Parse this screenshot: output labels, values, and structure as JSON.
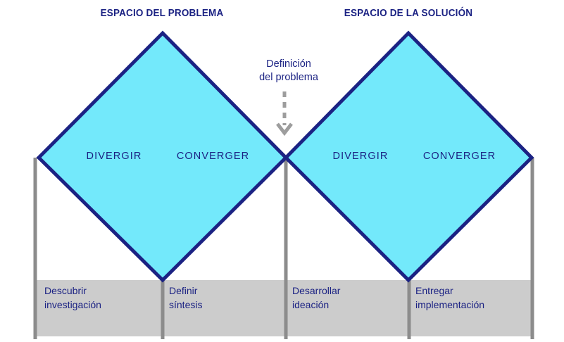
{
  "diagram": {
    "name": "double-diamond-design-process",
    "spaces": [
      {
        "id": "problem",
        "title": "ESPACIO DEL PROBLEMA"
      },
      {
        "id": "solution",
        "title": "ESPACIO DE LA SOLUCIÓN"
      }
    ],
    "annotation": {
      "line1": "Definición",
      "line2": "del problema",
      "arrow": "dashed-down-arrow"
    },
    "diamonds": [
      {
        "id": "problem-diamond",
        "diverge_label": "DIVERGIR",
        "converge_label": "CONVERGER"
      },
      {
        "id": "solution-diamond",
        "diverge_label": "DIVERGIR",
        "converge_label": "CONVERGER"
      }
    ],
    "phases": [
      {
        "id": "discover",
        "line1": "Descubrir",
        "line2": "investigación"
      },
      {
        "id": "define",
        "line1": "Definir",
        "line2": "síntesis"
      },
      {
        "id": "develop",
        "line1": "Desarrollar",
        "line2": "ideación"
      },
      {
        "id": "deliver",
        "line1": "Entregar",
        "line2": "implementación"
      }
    ],
    "colors": {
      "diamond_fill": "#73E9FB",
      "diamond_stroke": "#1B2283",
      "text_navy": "#1B2283",
      "band_fill": "#CCCCCC",
      "rule_gray": "#8C8C8C",
      "arrow_gray": "#9D9D9D",
      "background": "#FFFFFF"
    }
  }
}
